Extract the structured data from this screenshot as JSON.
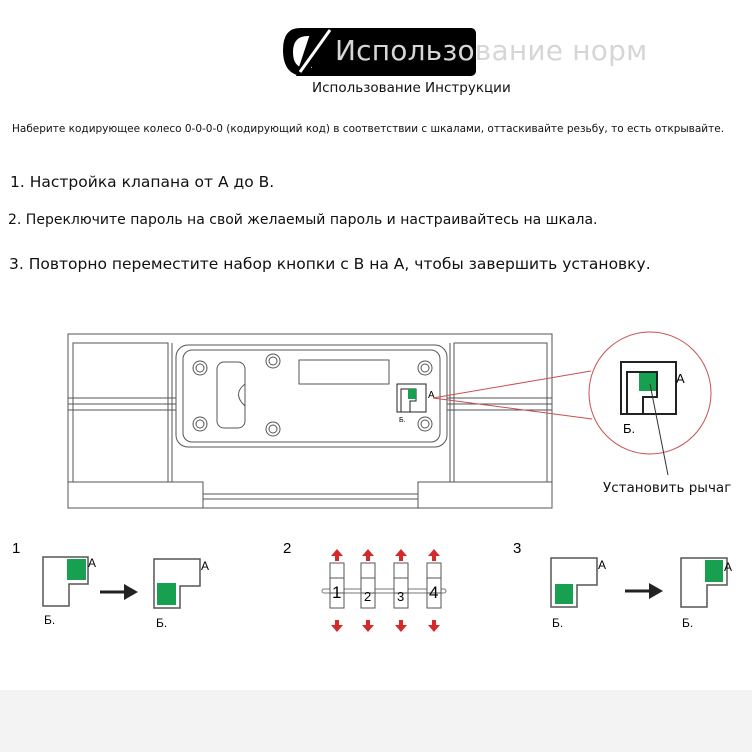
{
  "header": {
    "title": "Использование норм",
    "subtitle": "Использование Инструкции"
  },
  "instructions": {
    "intro": "Наберите кодирующее колесо 0-0-0-0 (кодирующий код) в соответствии с шкалами, оттаскивайте резьбу, то есть открывайте.",
    "step1": "1. Настройка клапана от А до В.",
    "step2": "2. Переключите пароль на свой желаемый пароль и настраивайтесь на шкала.",
    "step3": "3. Повторно переместите набор кнопки с В на А, чтобы завершить установку."
  },
  "diagram": {
    "label_a": "А",
    "label_b": "Б.",
    "lever_caption": "Установить рычаг"
  },
  "steps": {
    "step1_num": "1",
    "step2_num": "2",
    "step3_num": "3",
    "dials": [
      "1",
      "2",
      "3",
      "4"
    ]
  },
  "colors": {
    "green": "#16a050",
    "red": "#d42a2a",
    "callout": "#c85050"
  }
}
